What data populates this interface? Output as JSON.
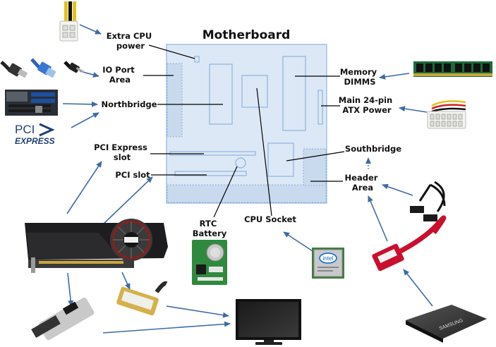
{
  "diagram": {
    "title": "Motherboard",
    "labels": {
      "extra_cpu_power": [
        "Extra CPU",
        "power"
      ],
      "io_port_area": [
        "IO Port",
        "Area"
      ],
      "northbridge": [
        "Northbridge"
      ],
      "pci_express_slot": [
        "PCI Express",
        "slot"
      ],
      "pci_slot": [
        "PCI slot"
      ],
      "memory_dimms": [
        "Memory",
        "DIMMS"
      ],
      "main_24pin_atx_power": [
        "Main 24-pin",
        "ATX Power"
      ],
      "southbridge": [
        "Southbridge"
      ],
      "header_area": [
        "Header",
        "Area"
      ],
      "rtc_battery": [
        "RTC",
        "Battery"
      ],
      "cpu_socket": [
        "CPU Socket"
      ]
    },
    "logos": {
      "pci_express_top": "PCI",
      "pci_express_bottom": "EXPRESS",
      "intel": "intel",
      "samsung": "SAMSUNG"
    },
    "colors": {
      "board_fill": "#dce8f6",
      "board_stroke": "#8fb3db",
      "arrow": "#3d6ba3",
      "leader": "#000000"
    }
  }
}
